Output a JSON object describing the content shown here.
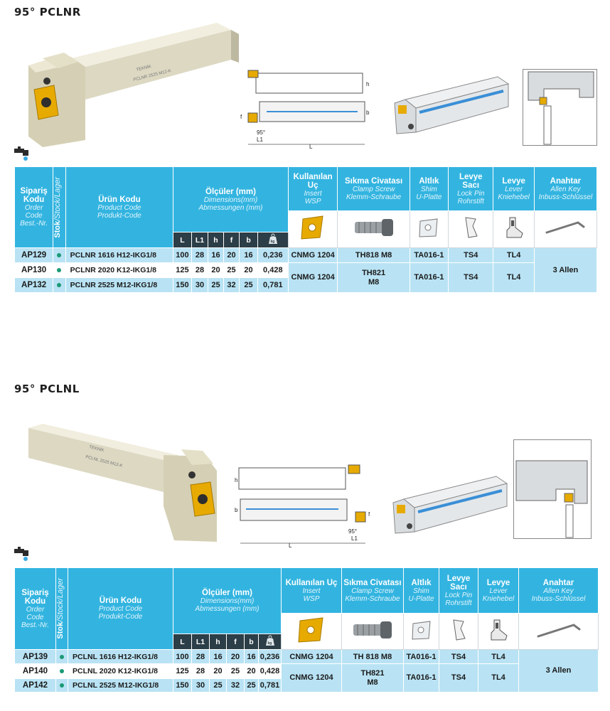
{
  "sections": [
    {
      "title": "95° PCLNR",
      "tool_marking": "PCLNR 2525 M12-K",
      "brand": "TEKNİK",
      "diagram_labels": {
        "h": "h",
        "f": "f",
        "b": "b",
        "angle": "95°",
        "l1": "L1",
        "l": "L"
      },
      "rows": [
        {
          "order": "AP129",
          "product": "PCLNR 1616 H12-IKG1/8",
          "L": "100",
          "L1": "28",
          "h": "16",
          "f": "20",
          "b": "16",
          "kg": "0,236"
        },
        {
          "order": "AP130",
          "product": "PCLNR 2020 K12-IKG1/8",
          "L": "125",
          "L1": "28",
          "h": "20",
          "f": "25",
          "b": "20",
          "kg": "0,428"
        },
        {
          "order": "AP132",
          "product": "PCLNR 2525 M12-IKG1/8",
          "L": "150",
          "L1": "30",
          "h": "25",
          "f": "32",
          "b": "25",
          "kg": "0,781"
        }
      ],
      "parts_row1": {
        "insert": "CNMG 1204",
        "screw": "TH818 M8",
        "shim": "TA016-1",
        "pin": "TS4",
        "lever": "TL4"
      },
      "parts_row2": {
        "insert": "CNMG 1204",
        "screw": "TH821\nM8",
        "shim": "TA016-1",
        "pin": "TS4",
        "lever": "TL4"
      },
      "key": "3 Allen"
    },
    {
      "title": "95° PCLNL",
      "tool_marking": "PCLNL 2525 M12-K",
      "brand": "TEKNİK",
      "diagram_labels": {
        "h": "h",
        "f": "f",
        "b": "b",
        "angle": "95°",
        "l1": "L1",
        "l": "L"
      },
      "rows": [
        {
          "order": "AP139",
          "product": "PCLNL 1616 H12-IKG1/8",
          "L": "100",
          "L1": "28",
          "h": "16",
          "f": "20",
          "b": "16",
          "kg": "0,236"
        },
        {
          "order": "AP140",
          "product": "PCLNL 2020 K12-IKG1/8",
          "L": "125",
          "L1": "28",
          "h": "20",
          "f": "25",
          "b": "20",
          "kg": "0,428"
        },
        {
          "order": "AP142",
          "product": "PCLNL 2525 M12-IKG1/8",
          "L": "150",
          "L1": "30",
          "h": "25",
          "f": "32",
          "b": "25",
          "kg": "0,781"
        }
      ],
      "parts_row1": {
        "insert": "CNMG 1204",
        "screw": "TH 818 M8",
        "shim": "TA016-1",
        "pin": "TS4",
        "lever": "TL4"
      },
      "parts_row2": {
        "insert": "CNMG 1204",
        "screw": "TH821\nM8",
        "shim": "TA016-1",
        "pin": "TS4",
        "lever": "TL4"
      },
      "key": "3 Allen"
    }
  ],
  "headers": {
    "order": {
      "tr": "Sipariş\nKodu",
      "en": "Order\nCode\nBest.-Nr."
    },
    "stock": {
      "tr": "Stok",
      "en": "/Stock/Lager"
    },
    "product": {
      "tr": "Ürün Kodu",
      "en": "Product Code\nProdukt-Code"
    },
    "dims": {
      "tr": "Ölçüler (mm)",
      "en": "Dimensions(mm)\nAbmessungen (mm)"
    },
    "dim_cols": [
      "L",
      "L1",
      "h",
      "f",
      "b"
    ],
    "weight_icon": "weight-kg-icon",
    "insert": {
      "tr": "Kullanılan\nUç",
      "tr_alt": "Kullanılan Uç",
      "en": "Insert\nWSP"
    },
    "screw": {
      "tr": "Sıkma Civatası",
      "en": "Clamp Screw\nKlemm-Schraube"
    },
    "shim": {
      "tr": "Altlık",
      "en": "Shim\nU-Platte"
    },
    "pin": {
      "tr": "Levye\nSacı",
      "en": "Lock Pin\nRohrstift"
    },
    "lever": {
      "tr": "Levye",
      "en": "Lever\nKniehebel"
    },
    "key": {
      "tr": "Anahtar",
      "en": "Allen Key\nInbuss-Schlüssel"
    }
  },
  "colors": {
    "header": "#33b4e0",
    "row_alt": "#b9e3f4",
    "dark": "#2c3e47",
    "stock_dot": "#1b9a76",
    "insert": "#e8a800"
  }
}
